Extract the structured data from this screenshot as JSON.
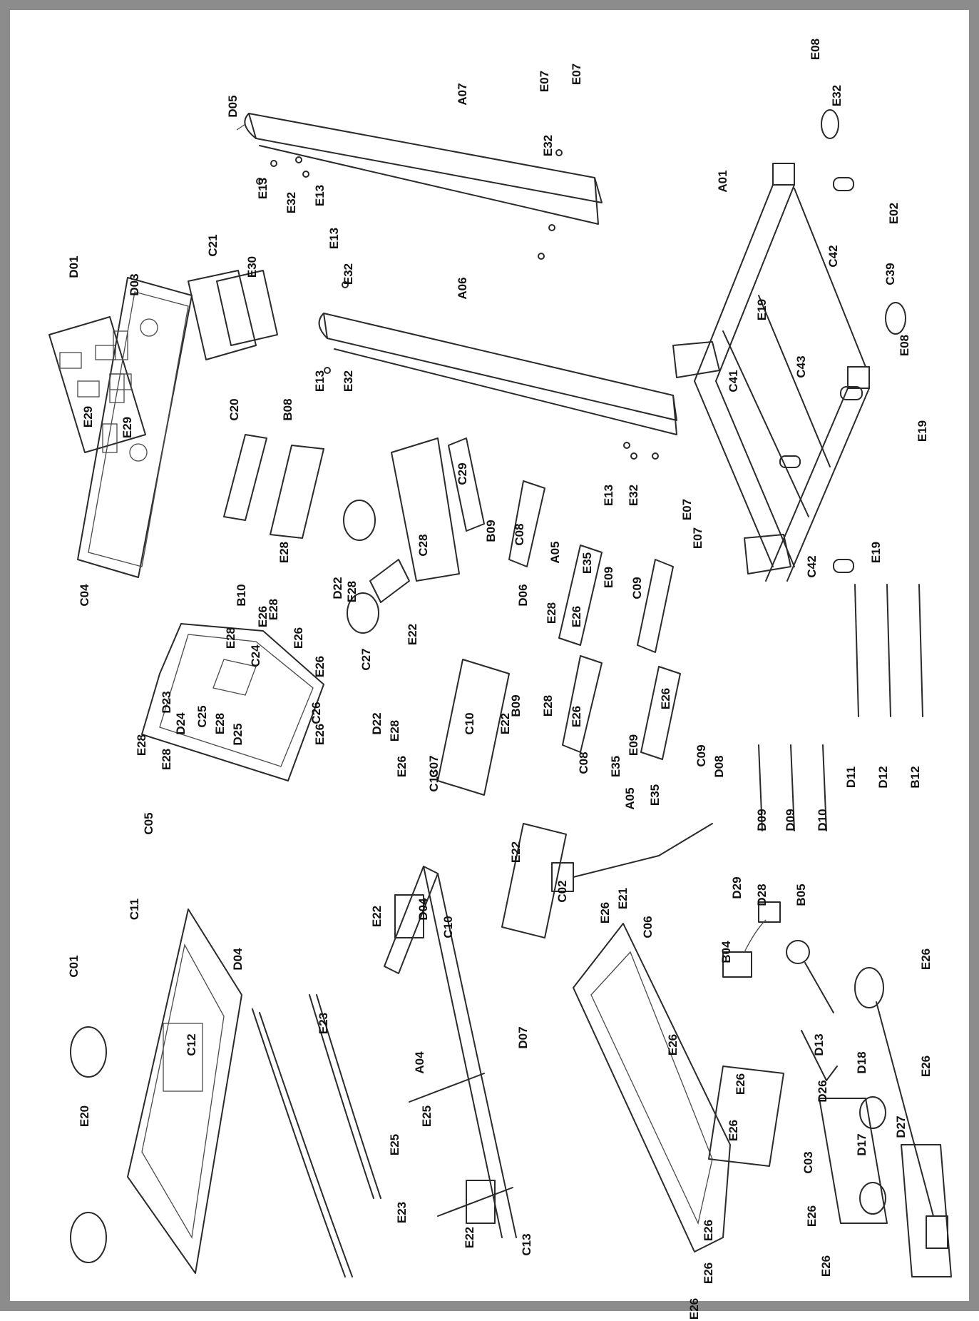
{
  "sheet": {
    "border_color": "#8c8c8c",
    "line_color": "#2a2a2a"
  },
  "labels": [
    "D05",
    "A07",
    "E07",
    "E07",
    "E08",
    "E32",
    "E32",
    "E13",
    "E32",
    "E13",
    "D01",
    "D03",
    "C21",
    "E30",
    "E13",
    "E32",
    "A06",
    "A01",
    "C42",
    "E02",
    "C39",
    "E29",
    "E29",
    "E13",
    "E32",
    "E19",
    "E08",
    "C43",
    "C41",
    "E19",
    "C04",
    "C20",
    "B08",
    "E28",
    "C29",
    "E13",
    "E32",
    "E07",
    "E07",
    "C42",
    "E19",
    "B09",
    "C08",
    "A05",
    "E35",
    "E09",
    "C09",
    "D06",
    "E28",
    "E26",
    "D22",
    "E28",
    "C27",
    "E22",
    "C28",
    "E28",
    "C24",
    "B10",
    "E28",
    "E26",
    "D23",
    "D24",
    "C25",
    "E28",
    "D25",
    "E28",
    "E26",
    "C26",
    "E28",
    "C05",
    "D22",
    "E28",
    "E26",
    "E26",
    "C10",
    "E22",
    "C13",
    "B09",
    "E28",
    "E26",
    "E26",
    "C08",
    "E35",
    "E09",
    "A05",
    "E35",
    "C09",
    "D08",
    "D09",
    "D09",
    "D10",
    "D11",
    "D12",
    "B12",
    "E26",
    "E26",
    "C07",
    "C01",
    "C11",
    "D04",
    "E22",
    "D04",
    "C10",
    "E22",
    "C02",
    "E26",
    "C06",
    "E20",
    "C12",
    "E23",
    "A04",
    "E25",
    "E25",
    "E23",
    "E22",
    "C13",
    "D07",
    "E21",
    "D29",
    "D28",
    "B04",
    "B05",
    "D13",
    "E26",
    "E26",
    "E26",
    "C03",
    "E26",
    "E26",
    "E26",
    "E26",
    "E26",
    "D18",
    "D17",
    "D26",
    "D27",
    "E26"
  ]
}
